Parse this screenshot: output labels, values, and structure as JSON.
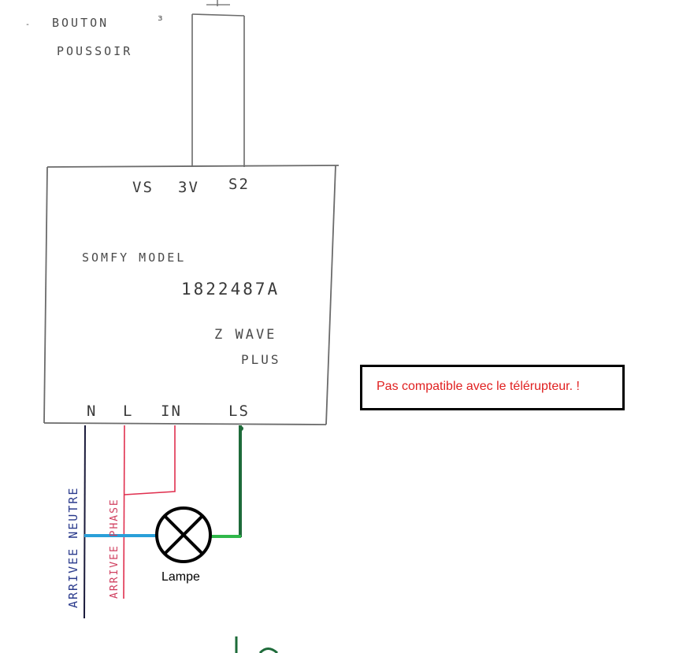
{
  "colors": {
    "pencil": "#6b6b6b",
    "neutral_wire": "#1a1a3a",
    "phase_wire": "#e0304f",
    "ls_wire": "#1e6b3a",
    "blue_link": "#2a9fd8",
    "green_link": "#2fb84a",
    "warning_text": "#e02020"
  },
  "push_button": {
    "label_line1": "BOUTON",
    "label_line2": "POUSSOIR"
  },
  "module": {
    "top_terminals": {
      "vs": "VS",
      "v3": "3V",
      "s2": "S2"
    },
    "brand_line": "SOMFY  MODEL",
    "model_number": "1822487A",
    "protocol_line1": "Z  WAVE",
    "protocol_line2": "PLUS",
    "bottom_terminals": {
      "n": "N",
      "l": "L",
      "in": "IN",
      "ls": "LS"
    }
  },
  "wires": {
    "neutral_label": "ARRIVEE  NEUTRE",
    "phase_label": "ARRIVEE  PHASE"
  },
  "lamp": {
    "label": "Lampe"
  },
  "warning": {
    "text": "Pas compatible avec le télérupteur.  !"
  }
}
